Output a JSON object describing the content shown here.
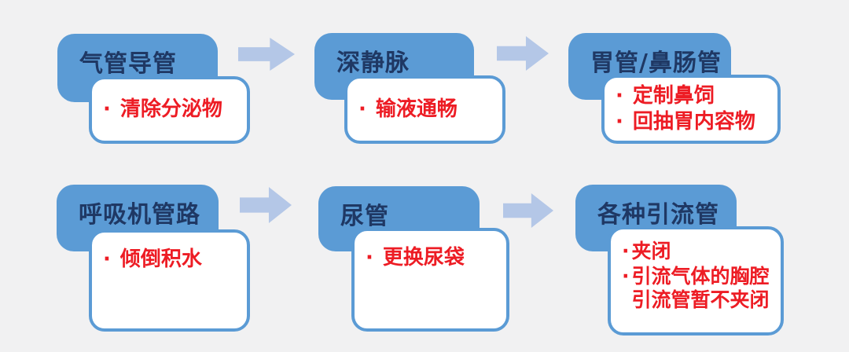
{
  "palette": {
    "background": "#F1F1F2",
    "header_fill": "#5B9BD5",
    "header_text": "#1F3864",
    "body_border": "#5B9BD5",
    "body_text": "#ED1C24",
    "arrow_fill": "#B4C7E7"
  },
  "bullet": "·",
  "groups": [
    {
      "title": "气管导管",
      "items": [
        "清除分泌物"
      ]
    },
    {
      "title": "深静脉",
      "items": [
        "输液通畅"
      ]
    },
    {
      "title": "胃管/鼻肠管",
      "items": [
        "定制鼻饲",
        "回抽胃内容物"
      ]
    },
    {
      "title": "呼吸机管路",
      "items": [
        "倾倒积水"
      ]
    },
    {
      "title": "尿管",
      "items": [
        "更换尿袋"
      ]
    },
    {
      "title": "各种引流管",
      "items": [
        "夹闭",
        "引流气体的胸腔\n引流管暂不夹闭"
      ]
    }
  ]
}
